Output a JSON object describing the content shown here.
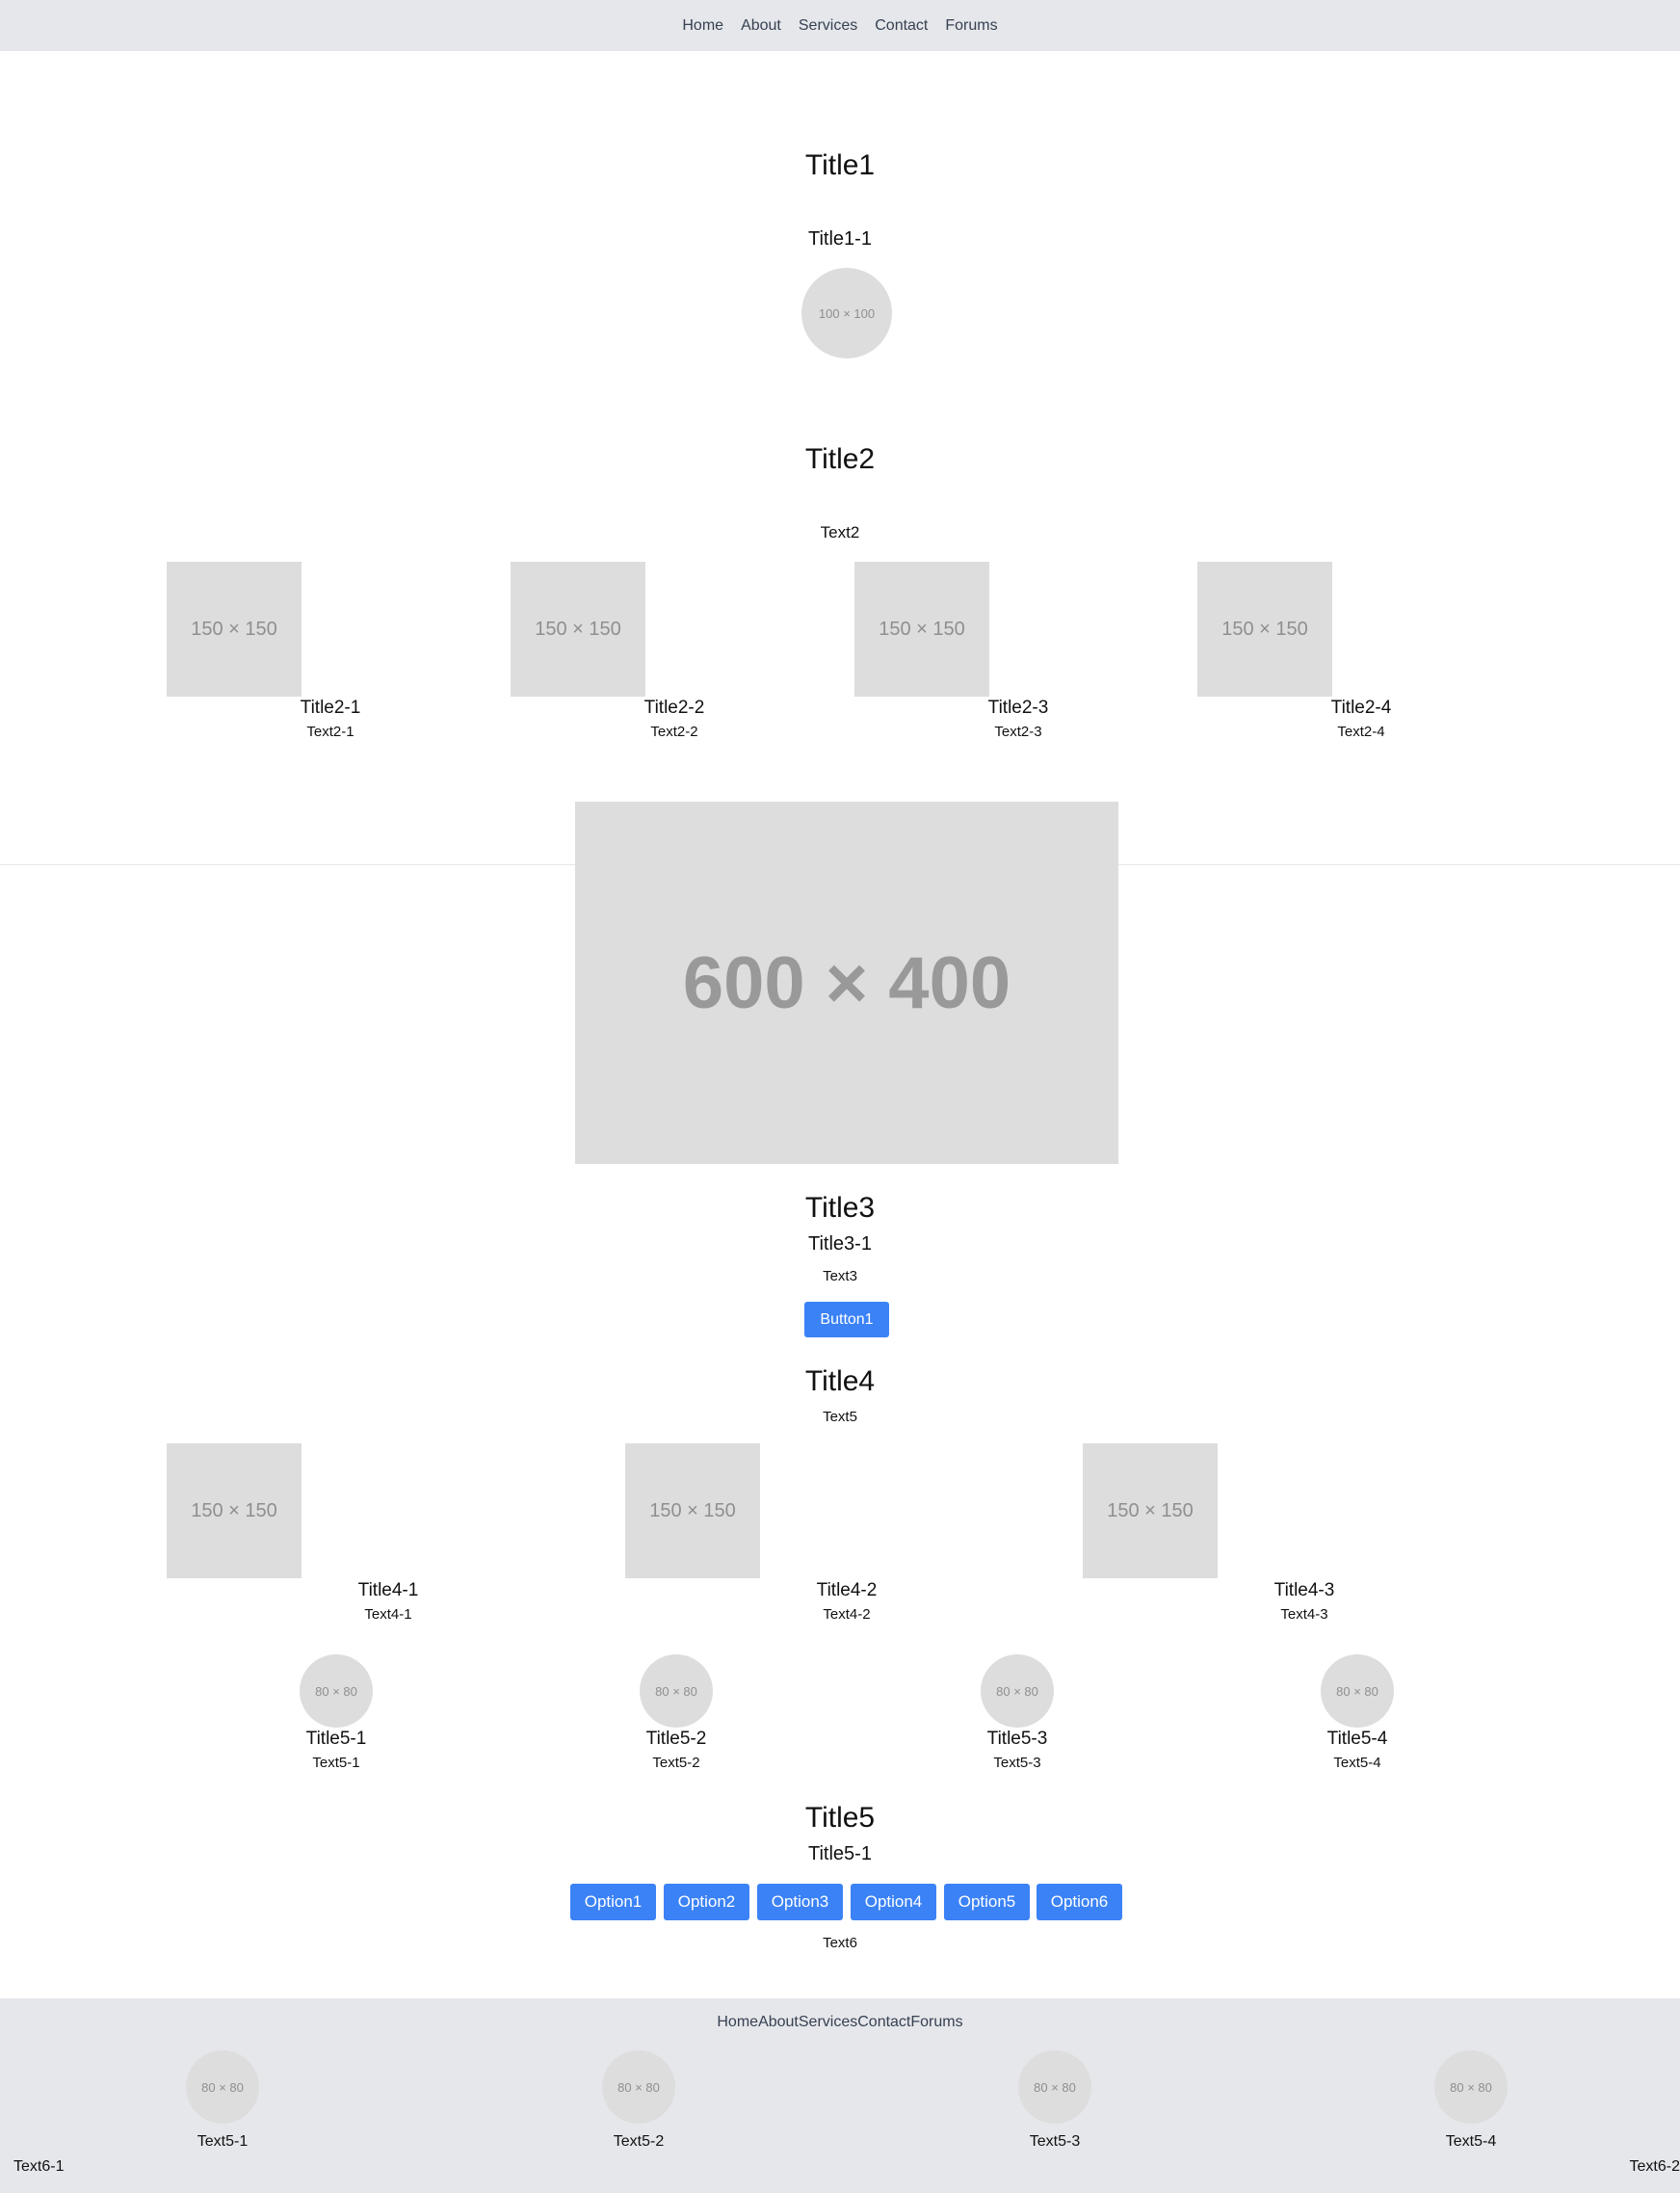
{
  "nav": {
    "items": [
      "Home",
      "About",
      "Services",
      "Contact",
      "Forums"
    ]
  },
  "section1": {
    "title": "Title1",
    "subtitle": "Title1-1",
    "avatar_label": "100 × 100"
  },
  "section2": {
    "title": "Title2",
    "text": "Text2",
    "cards": [
      {
        "image_label": "150 × 150",
        "title": "Title2-1",
        "text": "Text2-1"
      },
      {
        "image_label": "150 × 150",
        "title": "Title2-2",
        "text": "Text2-2"
      },
      {
        "image_label": "150 × 150",
        "title": "Title2-3",
        "text": "Text2-3"
      },
      {
        "image_label": "150 × 150",
        "title": "Title2-4",
        "text": "Text2-4"
      }
    ]
  },
  "hero": {
    "image_label": "600 × 400"
  },
  "section3": {
    "title": "Title3",
    "subtitle": "Title3-1",
    "text": "Text3",
    "button": "Button1"
  },
  "section4": {
    "title": "Title4",
    "text": "Text5",
    "cards": [
      {
        "image_label": "150 × 150",
        "title": "Title4-1",
        "text": "Text4-1"
      },
      {
        "image_label": "150 × 150",
        "title": "Title4-2",
        "text": "Text4-2"
      },
      {
        "image_label": "150 × 150",
        "title": "Title4-3",
        "text": "Text4-3"
      }
    ],
    "avatars": [
      {
        "image_label": "80 × 80",
        "title": "Title5-1",
        "text": "Text5-1"
      },
      {
        "image_label": "80 × 80",
        "title": "Title5-2",
        "text": "Text5-2"
      },
      {
        "image_label": "80 × 80",
        "title": "Title5-3",
        "text": "Text5-3"
      },
      {
        "image_label": "80 × 80",
        "title": "Title5-4",
        "text": "Text5-4"
      }
    ]
  },
  "section5": {
    "title": "Title5",
    "subtitle": "Title5-1",
    "options": [
      "Option1",
      "Option2",
      "Option3",
      "Option4",
      "Option5",
      "Option6"
    ],
    "text": "Text6"
  },
  "footer": {
    "nav": [
      "Home",
      "About",
      "Services",
      "Contact",
      "Forums"
    ],
    "avatars": [
      {
        "image_label": "80 × 80",
        "text": "Text5-1"
      },
      {
        "image_label": "80 × 80",
        "text": "Text5-2"
      },
      {
        "image_label": "80 × 80",
        "text": "Text5-3"
      },
      {
        "image_label": "80 × 80",
        "text": "Text5-4"
      }
    ],
    "left_text": "Text6-1",
    "right_text": "Text6-2"
  },
  "colors": {
    "accent": "#3b82f6",
    "nav_bg": "#e5e7eb",
    "placeholder": "#dddddd"
  }
}
